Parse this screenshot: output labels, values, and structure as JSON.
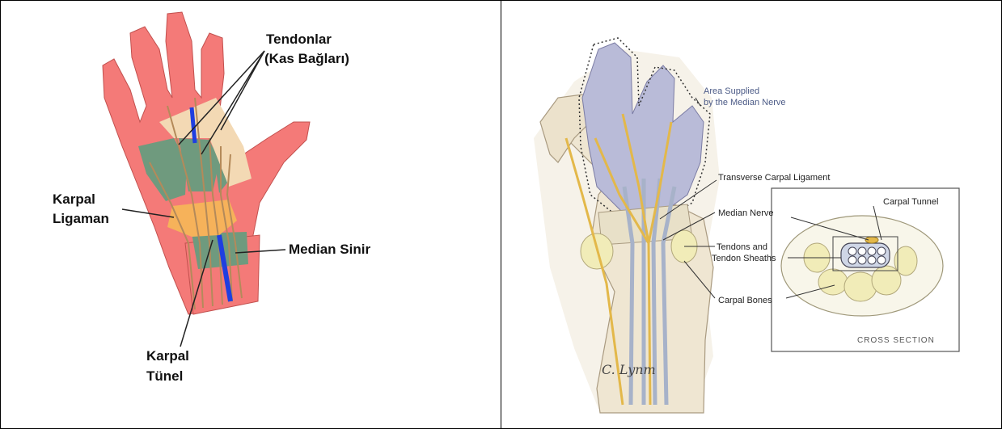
{
  "left_diagram": {
    "labels": {
      "tendons_line1": "Tendonlar",
      "tendons_line2": "(Kas Bağları)",
      "ligament_line1": "Karpal",
      "ligament_line2": "Ligaman",
      "median": "Median Sinir",
      "tunnel_line1": "Karpal",
      "tunnel_line2": "Tünel"
    }
  },
  "right_diagram": {
    "labels": {
      "area_line1": "Area Supplied",
      "area_line2": "by the Median Nerve",
      "transverse": "Transverse Carpal Ligament",
      "carpal_tunnel": "Carpal Tunnel",
      "median_nerve": "Median Nerve",
      "tendons_line1": "Tendons and",
      "tendons_line2": "Tendon Sheaths",
      "carpal_bones": "Carpal Bones",
      "cross_section": "CROSS SECTION"
    },
    "signature": "C. Lynm"
  },
  "colors": {
    "skin": "#f47a78",
    "muscle": "#6f9a7e",
    "ligament": "#f6b25a",
    "nerve": "#1f3fe0",
    "tendon": "#c9a97a",
    "median_area": "#b9bbd8",
    "bone": "#f1ecb8"
  }
}
